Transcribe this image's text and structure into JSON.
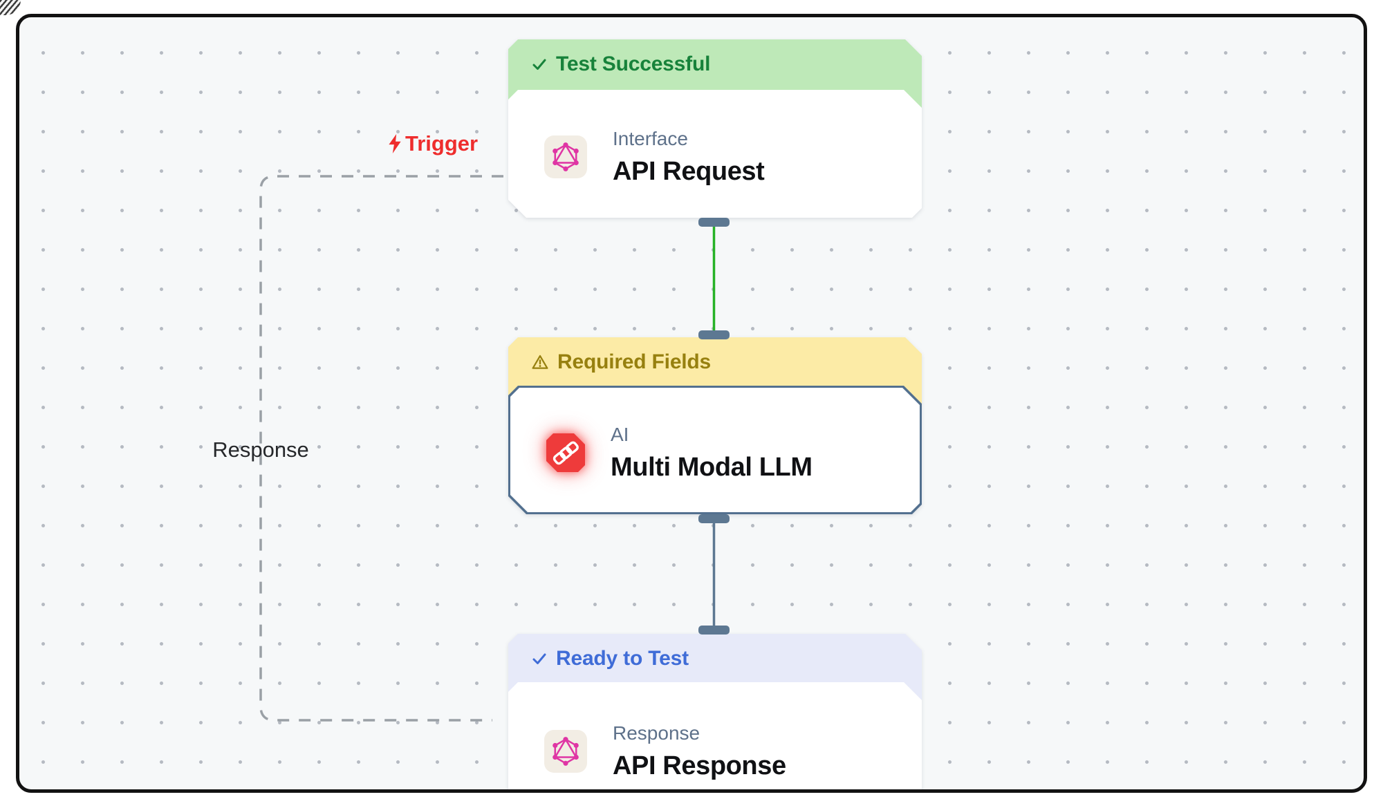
{
  "canvas": {
    "background": "#f6f8f9",
    "dot_color": "#b5bac2",
    "frame_color": "#121212"
  },
  "edge_labels": {
    "trigger": "Trigger",
    "response": "Response"
  },
  "edge_colors": {
    "trigger_text": "#ee2d2d",
    "dashed_edge": "#9aa0a6",
    "active_edge": "#27b227",
    "idle_edge": "#5d7892",
    "handle": "#5d7892"
  },
  "nodes": [
    {
      "status": {
        "label": "Test Successful",
        "icon": "check",
        "bg": "#bee9b8",
        "fg": "#17823a"
      },
      "category": "Interface",
      "title": "API Request",
      "icon": "graphql",
      "icon_colors": {
        "bg": "#f2ede4",
        "fg": "#df35a4"
      }
    },
    {
      "status": {
        "label": "Required Fields",
        "icon": "warning",
        "bg": "#fceba6",
        "fg": "#97800f"
      },
      "category": "AI",
      "title": "Multi Modal LLM",
      "icon": "chain",
      "icon_colors": {
        "bg": "#ee3b3b",
        "fg": "#ffffff"
      },
      "selected": true,
      "border": "#53708f"
    },
    {
      "status": {
        "label": "Ready to Test",
        "icon": "check",
        "bg": "#e7eaf9",
        "fg": "#3f6cd7"
      },
      "category": "Response",
      "title": "API Response",
      "icon": "graphql",
      "icon_colors": {
        "bg": "#f2ede4",
        "fg": "#df35a4"
      }
    }
  ]
}
